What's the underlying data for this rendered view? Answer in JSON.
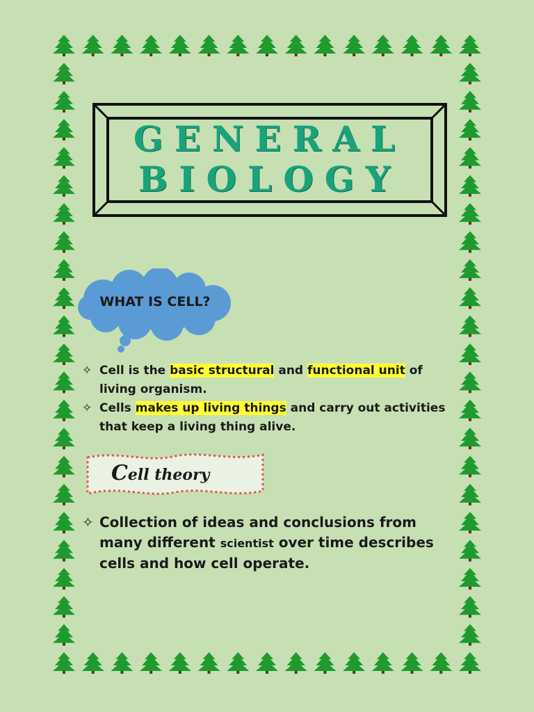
{
  "title": {
    "line1": "GENERAL",
    "line2": "BIOLOGY",
    "color": "#1aa37a"
  },
  "border": {
    "icon": "pine-tree-icon",
    "color": "#1e9a2e"
  },
  "cloud": {
    "label": "WHAT IS CELL?",
    "color": "#5b9bd5"
  },
  "bullets": [
    {
      "parts": [
        "Cell is the ",
        "basic structural",
        " and ",
        "functional unit",
        " of living organism."
      ],
      "highlighted": [
        false,
        true,
        false,
        true,
        false
      ]
    },
    {
      "parts": [
        "Cells ",
        "makes up living things",
        " and carry out activities that keep a living thing alive."
      ],
      "highlighted": [
        false,
        true,
        false
      ]
    }
  ],
  "banner": {
    "first_letter": "C",
    "rest": "ell theory",
    "border_color": "#e05050"
  },
  "theory": {
    "part1": "Collection of ideas and conclusions from many different ",
    "part2": "scientist",
    "part3": " over time describes cells and how cell operate."
  },
  "bullet_symbol": "✧",
  "highlight_color": "#ffff33"
}
